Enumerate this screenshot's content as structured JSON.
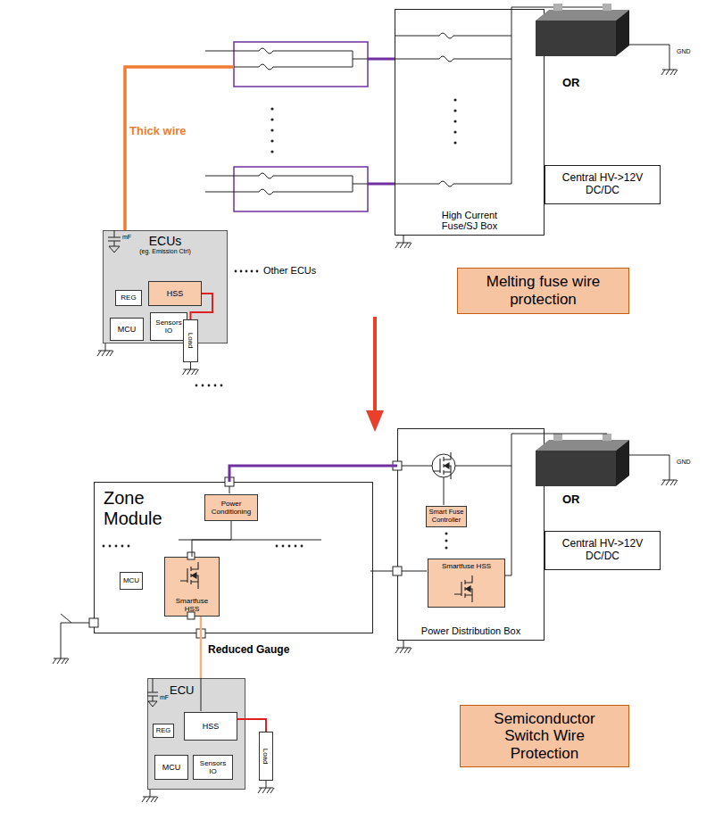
{
  "diagram": {
    "nodes": [
      {
        "text": [
          "ECUs",
          "(eg. Emission Ctrl)"
        ]
      },
      {
        "text": [
          "REG"
        ],
        "in": 0
      },
      {
        "text": [
          "HSS"
        ],
        "in": 0
      },
      {
        "text": [
          "MCU"
        ],
        "in": 0
      },
      {
        "text": [
          "Sensors IO"
        ],
        "in": 0
      },
      {
        "text": [
          "Load"
        ]
      },
      {
        "text": [
          "High Current Fuse/SJ Box"
        ]
      },
      {
        "text": [
          "Central HV->12V DC/DC"
        ]
      },
      {
        "text": [
          "Melting fuse wire protection"
        ]
      },
      {
        "text": [
          "Zone Module"
        ]
      },
      {
        "text": [
          "Power Conditioning"
        ],
        "in": 9
      },
      {
        "text": [
          "MCU"
        ],
        "in": 9
      },
      {
        "text": [
          "Smartfuse HSS"
        ],
        "in": 9
      },
      {
        "text": [
          "Power Distribution Box"
        ]
      },
      {
        "text": [
          "Smart Fuse Controller"
        ],
        "in": 13
      },
      {
        "text": [
          "Smartfuse HSS"
        ],
        "in": 13
      },
      {
        "text": [
          "Central HV->12V DC/DC"
        ]
      },
      {
        "text": [
          "Semiconductor Switch Wire Protection"
        ]
      },
      {
        "text": [
          "ECU"
        ]
      },
      {
        "text": [
          "REG"
        ],
        "in": 18
      },
      {
        "text": [
          "HSS"
        ],
        "in": 18
      },
      {
        "text": [
          "MCU"
        ],
        "in": 18
      },
      {
        "text": [
          "Sensors IO"
        ],
        "in": 18
      },
      {
        "text": [
          "Load"
        ]
      }
    ],
    "edges": [
      {
        "from": 6,
        "to": 0,
        "arrow": "none"
      },
      {
        "from": 2,
        "to": 5,
        "arrow": "none"
      },
      {
        "from": 13,
        "to": 9,
        "arrow": "none"
      },
      {
        "from": 10,
        "to": 12,
        "arrow": "none"
      },
      {
        "from": 12,
        "to": 18,
        "arrow": "none"
      },
      {
        "from": 20,
        "to": 23,
        "arrow": "none"
      }
    ],
    "labels": [
      "Thick wire",
      "mF",
      "Other ECUs",
      "OR",
      "GND",
      "Reduced Gauge",
      "mF",
      "OR",
      "GND"
    ]
  }
}
